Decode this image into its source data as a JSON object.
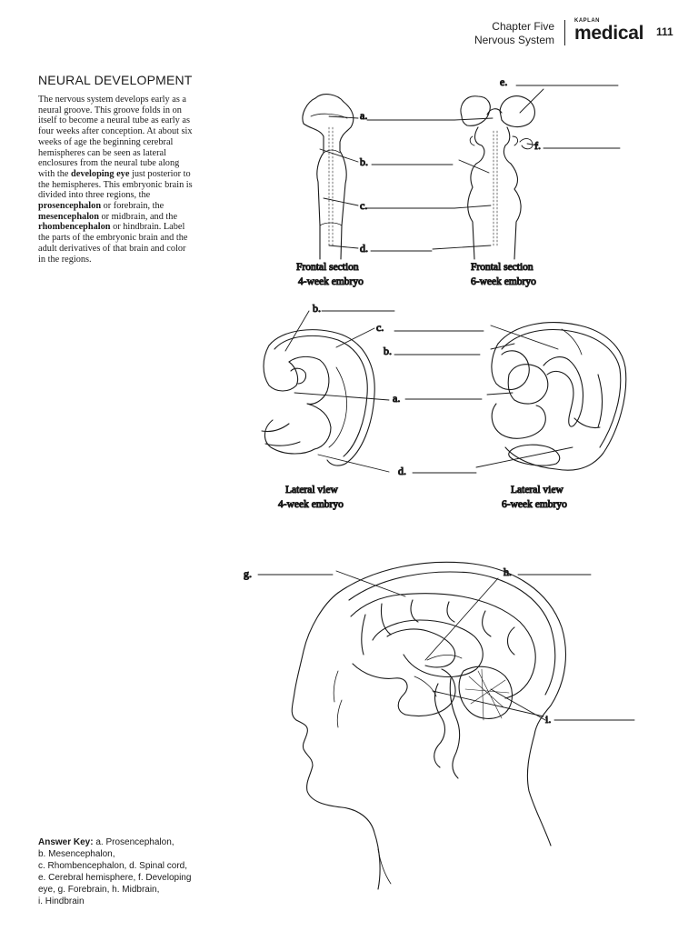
{
  "header": {
    "chapter": "Chapter Five",
    "section": "Nervous System",
    "brand_small": "KAPLAN",
    "brand_big": "medical",
    "page_number": "111"
  },
  "title": "NEURAL DEVELOPMENT",
  "intro": {
    "p1": "The nervous system develops early as a neural groove. This groove folds in on itself to become a neural tube as early as four weeks after conception. At about six weeks of age the beginning cerebral hemispheres can be seen as lateral enclosures from the neural tube along with the ",
    "developing_eye": "developing eye",
    "p2": " just posterior to the hemispheres. This embryonic brain is divided into three regions, the ",
    "prosencephalon": "prosencephalon",
    "p3": " or forebrain, the ",
    "mesencephalon": "mesencephalon",
    "p4": " or midbrain, and the ",
    "rhombencephalon": "rhombencephalon",
    "p5": " or hindbrain. Label the parts of the embryonic brain and the adult derivatives of that brain and color in the regions."
  },
  "labels": {
    "a": "a.",
    "b": "b.",
    "c": "c.",
    "d": "d.",
    "e": "e.",
    "f": "f.",
    "g": "g.",
    "h": "h.",
    "i": "i."
  },
  "captions": {
    "frontal": "Frontal section",
    "week4": "4-week embryo",
    "week6": "6-week embryo",
    "lateral": "Lateral view",
    "week4_lat": "4-week embryo",
    "week6_lat": "6-week embryo"
  },
  "answer_key": {
    "heading": "Answer Key:",
    "line1": " a. Prosencephalon,",
    "line2": "b. Mesencephalon,",
    "line3": "c. Rhombencephalon, d. Spinal cord,",
    "line4": "e. Cerebral hemisphere, f. Developing",
    "line5": "eye, g. Forebrain, h. Midbrain,",
    "line6": "i. Hindbrain"
  }
}
